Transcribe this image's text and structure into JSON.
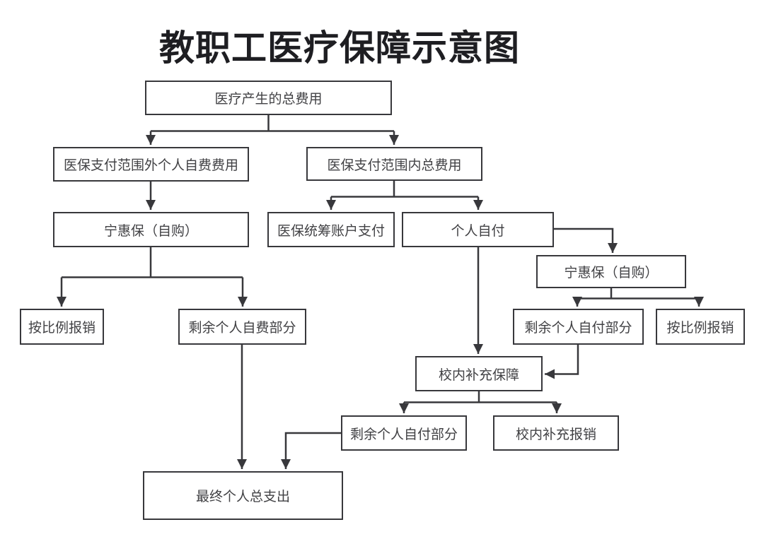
{
  "title": "教职工医疗保障示意图",
  "colors": {
    "line": "#38383c",
    "border": "#38383c",
    "text": "#414144",
    "title_text": "#1e1e22",
    "background": "#ffffff"
  },
  "nodes": {
    "total_cost": {
      "label": "医疗产生的总费用"
    },
    "out_of_scope": {
      "label": "医保支付范围外个人自费费用"
    },
    "in_scope": {
      "label": "医保支付范围内总费用"
    },
    "ninghuibao_left": {
      "label": "宁惠保（自购）"
    },
    "pooled_account": {
      "label": "医保统筹账户支付"
    },
    "self_pay": {
      "label": "个人自付"
    },
    "ninghuibao_right": {
      "label": "宁惠保（自购）"
    },
    "proportional_left": {
      "label": "按比例报销"
    },
    "remaining_self_expense": {
      "label": "剩余个人自费部分"
    },
    "remaining_self_pay_right": {
      "label": "剩余个人自付部分"
    },
    "proportional_right": {
      "label": "按比例报销"
    },
    "campus_supplement": {
      "label": "校内补充保障"
    },
    "remaining_self_pay_bottom": {
      "label": "剩余个人自付部分"
    },
    "campus_reimbursement": {
      "label": "校内补充报销"
    },
    "final_total": {
      "label": "最终个人总支出"
    }
  },
  "edges": [
    {
      "from": "total_cost",
      "to": "out_of_scope"
    },
    {
      "from": "total_cost",
      "to": "in_scope"
    },
    {
      "from": "out_of_scope",
      "to": "ninghuibao_left"
    },
    {
      "from": "in_scope",
      "to": "pooled_account"
    },
    {
      "from": "in_scope",
      "to": "self_pay"
    },
    {
      "from": "self_pay",
      "to": "ninghuibao_right"
    },
    {
      "from": "ninghuibao_left",
      "to": "proportional_left"
    },
    {
      "from": "ninghuibao_left",
      "to": "remaining_self_expense"
    },
    {
      "from": "ninghuibao_right",
      "to": "remaining_self_pay_right"
    },
    {
      "from": "ninghuibao_right",
      "to": "proportional_right"
    },
    {
      "from": "self_pay",
      "to": "campus_supplement"
    },
    {
      "from": "remaining_self_pay_right",
      "to": "campus_supplement"
    },
    {
      "from": "campus_supplement",
      "to": "remaining_self_pay_bottom"
    },
    {
      "from": "campus_supplement",
      "to": "campus_reimbursement"
    },
    {
      "from": "remaining_self_expense",
      "to": "final_total"
    },
    {
      "from": "remaining_self_pay_bottom",
      "to": "final_total"
    }
  ]
}
